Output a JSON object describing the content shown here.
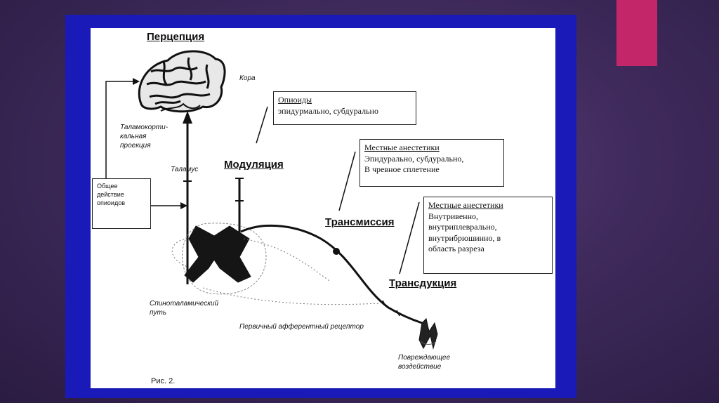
{
  "slide": {
    "accent_color": "#c4266a",
    "frame_color": "#1a1ab8"
  },
  "diagram": {
    "headings": {
      "perception": "Перцепция",
      "modulation": "Модуляция",
      "transmission": "Трансмиссия",
      "transduction": "Трансдукция"
    },
    "labels": {
      "cortex": "Кора",
      "thalamocortical_1": "Таламокорти-",
      "thalamocortical_2": "кальная",
      "thalamocortical_3": "проекция",
      "thalamus": "Таламус",
      "spinothalamic_1": "Спиноталамический",
      "spinothalamic_2": "путь",
      "primary_afferent": "Первичный афферентный рецептор",
      "damaging_1": "Повреждающее",
      "damaging_2": "воздействие",
      "figure_caption": "Рис. 2."
    },
    "boxes": {
      "general_opioid": [
        "Общее",
        "действие",
        "опиоидов"
      ],
      "opioids": {
        "title": "Опиоиды",
        "lines": [
          "эпидурмально, субдурально"
        ]
      },
      "local_anesthetics_1": {
        "title": "Местные анестетики",
        "lines": [
          "Эпидурально, субдурально,",
          "В чревное сплетение"
        ]
      },
      "local_anesthetics_2": {
        "title": "Местные анестетики",
        "lines": [
          "Внутривенно,",
          "внутриплеврально,",
          "внутрибрюшинно, в",
          "область разреза"
        ]
      }
    }
  }
}
